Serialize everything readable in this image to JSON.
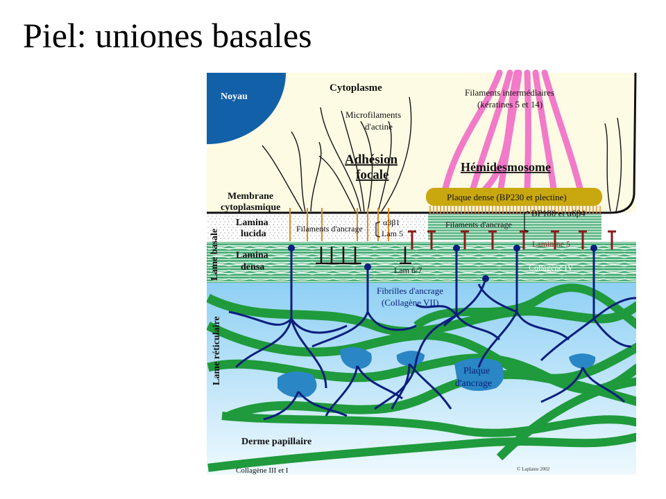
{
  "slide": {
    "title": "Piel: uniones basales"
  },
  "labels": {
    "noyau": "Noyau",
    "cytoplasme": "Cytoplasme",
    "microfilaments_1": "Microfilaments",
    "microfilaments_2": "d'actine",
    "adhesion_1": "Adhésion",
    "adhesion_2": "focale",
    "filaments_interm_1": "Filaments intermédiaires",
    "filaments_interm_2": "(kératines 5 et 14)",
    "hemidesmosome": "Hémidesmosome",
    "membrane_1": "Membrane",
    "membrane_2": "cytoplasmique",
    "plaque_dense": "Plaque dense (BP230 et plectine)",
    "bp180": "BP180 et α6β4",
    "lamina_lucida_1": "Lamina",
    "lamina_lucida_2": "lucida",
    "filaments_ancrage_left": "Filaments d'ancrage",
    "alpha3b1": "α3β1",
    "lam5": "Lam 5",
    "filaments_ancrage_right": "Filaments d'ancrage",
    "laminine5": "Laminine 5",
    "lame_basale": "Lame basale",
    "lamina_densa_1": "Lamina",
    "lamina_densa_2": "densa",
    "lam67": "Lam 6/7",
    "collagene_iv": "Collagène IV",
    "fibrilles_1": "Fibrilles d'ancrage",
    "fibrilles_2": "(Collagène VII)",
    "lame_reticulaire": "Lame réticulaire",
    "plaque_ancrage_1": "Plaque",
    "plaque_ancrage_2": "d'ancrage",
    "derme_papillaire": "Derme papillaire",
    "collagene_iii_i": "Collagène III et I",
    "copyright": "© Laplante 2002"
  },
  "colors": {
    "cytoplasm": "#fdfbe4",
    "nucleus": "#1260a8",
    "keratin": "#f27ac9",
    "plaque": "#c9a80f",
    "lamina_densa": "#4db07a",
    "collagen": "#1f9a3c",
    "fibril": "#0a1e7c",
    "dermis_top": "#8fd0f4",
    "dermis_bottom": "#eaf7fd",
    "laminin_red": "#8b1a1a",
    "anchor_orange": "#e28a1a"
  }
}
